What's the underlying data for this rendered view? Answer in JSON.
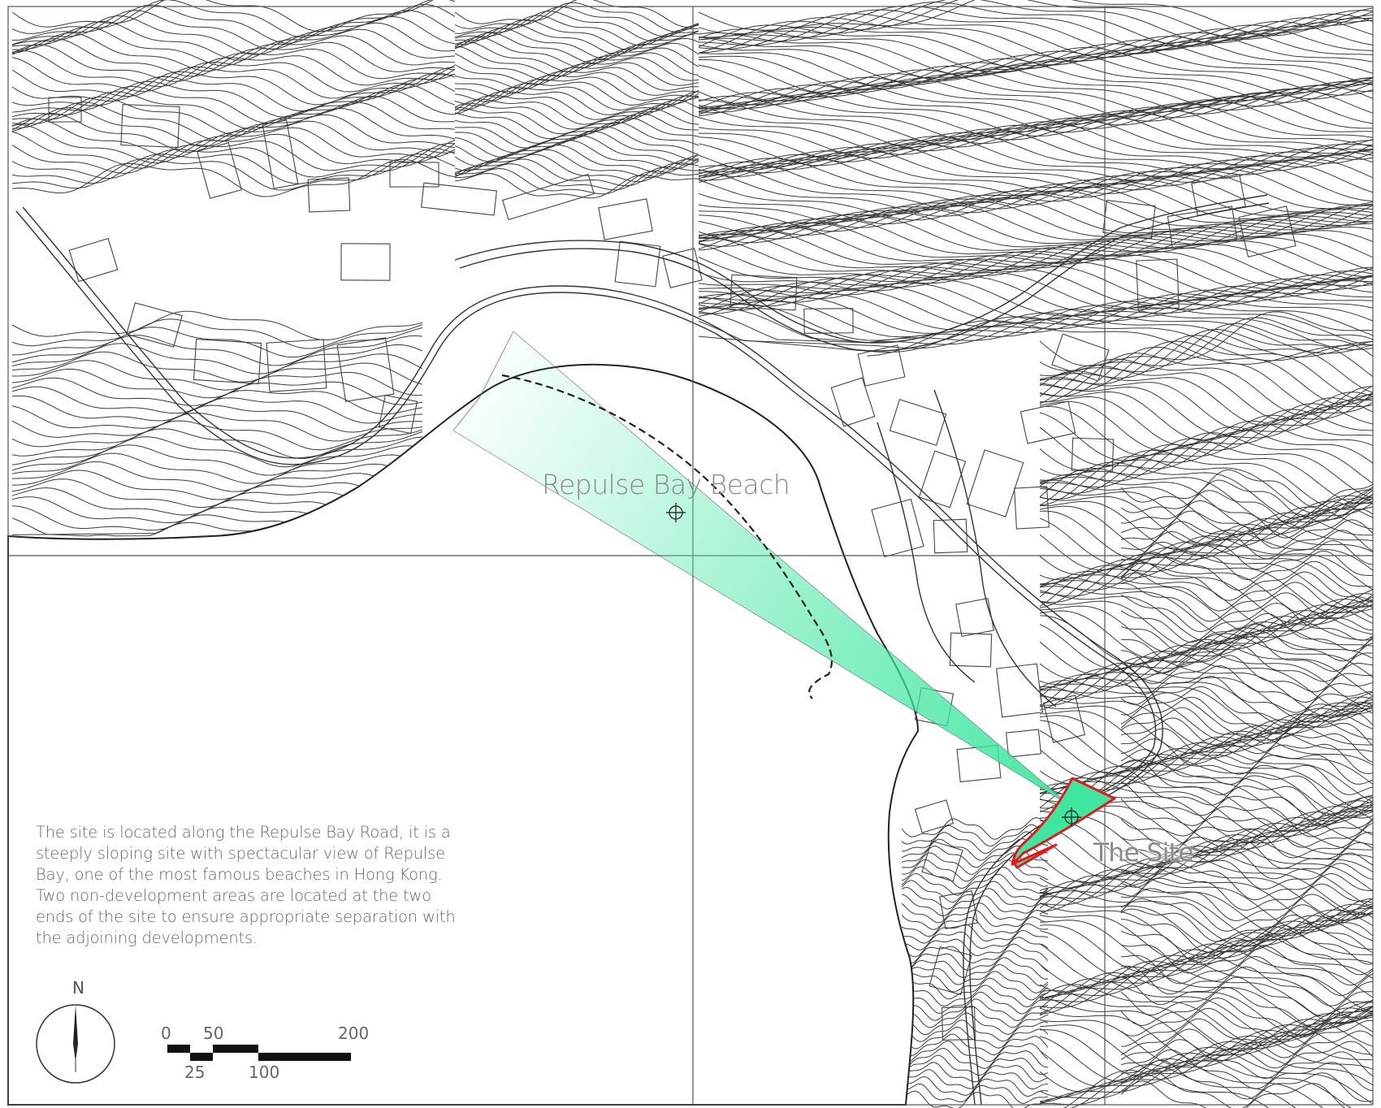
{
  "map": {
    "description_lines": [
      "The site is located along the Repulse Bay Road, it is a",
      "steeply sloping site with spectacular view of Repulse",
      "Bay, one of the most famous beaches in Hong Kong.",
      "Two non-development areas are located at the two",
      "ends of the site to ensure appropriate separation with",
      "the adjoining developments."
    ],
    "labels": {
      "beach": "Repulse Bay Beach",
      "site": "The Site"
    },
    "north_arrow": {
      "label": "N"
    },
    "scale_bar": {
      "top_ticks": [
        "0",
        "50",
        "200"
      ],
      "bottom_ticks": [
        "25",
        "100"
      ]
    },
    "colors": {
      "view_cone": "#3ee6a0",
      "site_fill": "#3ee6a0",
      "site_outline": "#e3191c",
      "contour": "#3a3a3a",
      "grid_line": "#555555"
    }
  }
}
